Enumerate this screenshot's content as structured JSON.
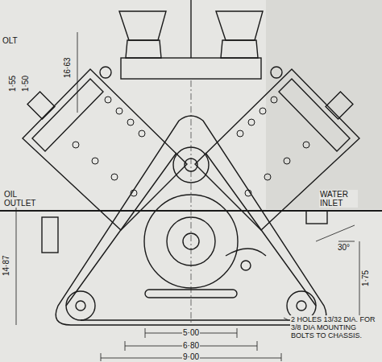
{
  "diagram": {
    "labels": [
      "OLT",
      "16·63",
      "1·55",
      "1·50",
      "OIL OUTLET",
      "14·87",
      "WATER INLET",
      "30°",
      "5·00",
      "6·80",
      "9·00",
      "2 HOLES 13/32 DIA. FOR 3/8 DIA MOUNTING BOLTS TO CHASSIS.",
      "1·75"
    ]
  }
}
